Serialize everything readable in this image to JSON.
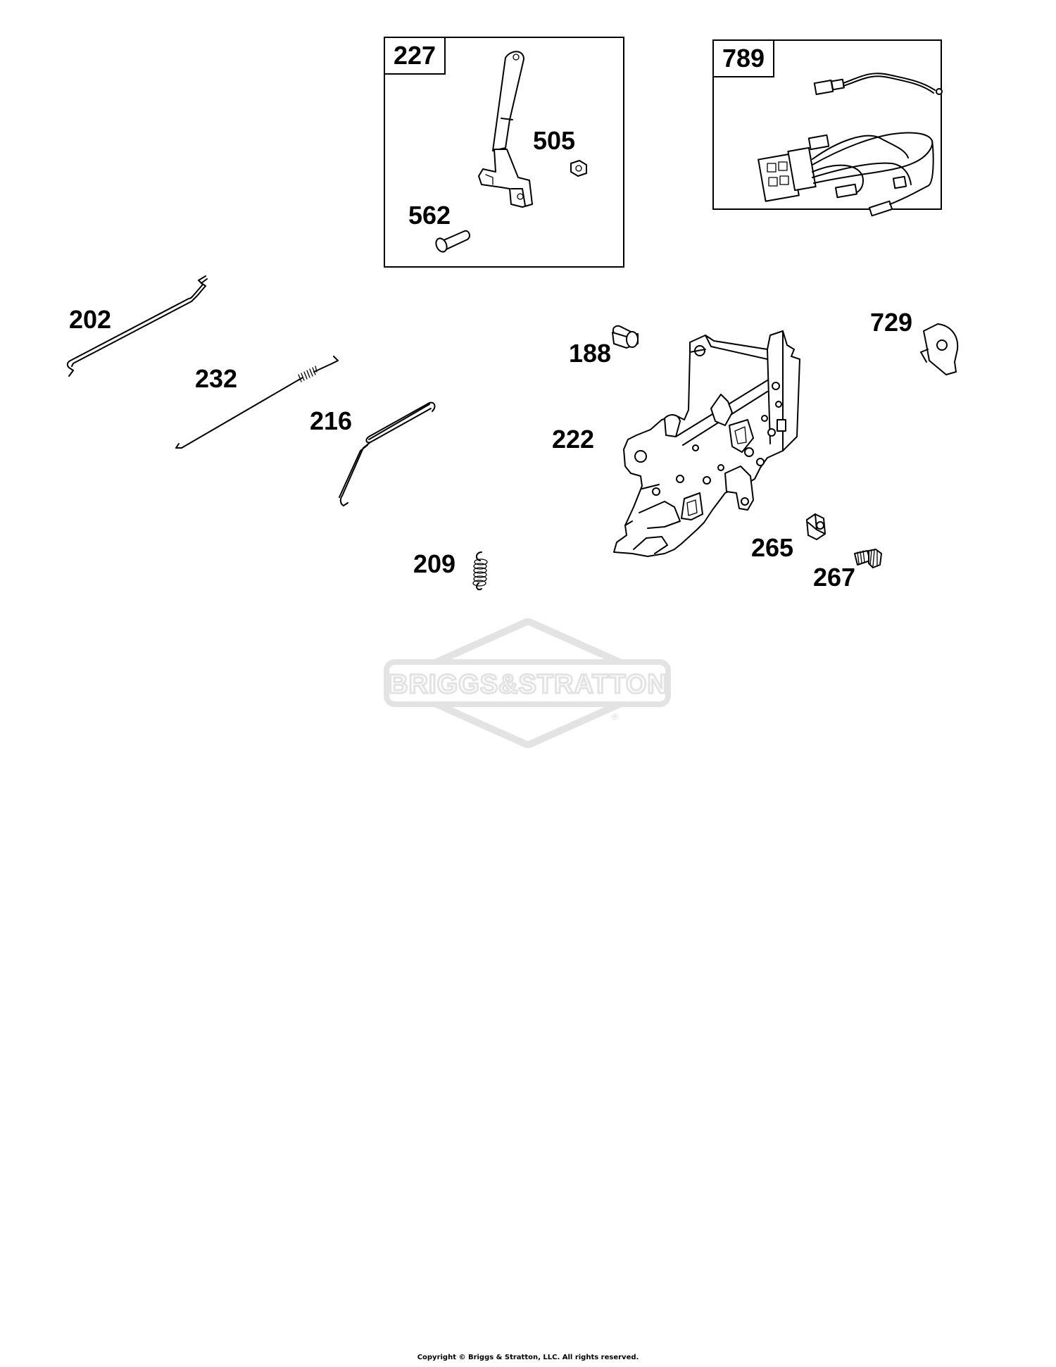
{
  "kits": {
    "k227": {
      "label": "227"
    },
    "k789": {
      "label": "789"
    }
  },
  "callouts": {
    "c505": "505",
    "c562": "562",
    "c202": "202",
    "c232": "232",
    "c216": "216",
    "c188": "188",
    "c729": "729",
    "c222": "222",
    "c209": "209",
    "c265": "265",
    "c267": "267"
  },
  "watermark": {
    "brand": "BRIGGS&STRATTON",
    "mark": "®"
  },
  "footer": {
    "copyright": "Copyright © Briggs & Stratton, LLC. All rights reserved."
  },
  "colors": {
    "line": "#000000",
    "watermark": "#e3e3e3",
    "background": "#ffffff"
  }
}
